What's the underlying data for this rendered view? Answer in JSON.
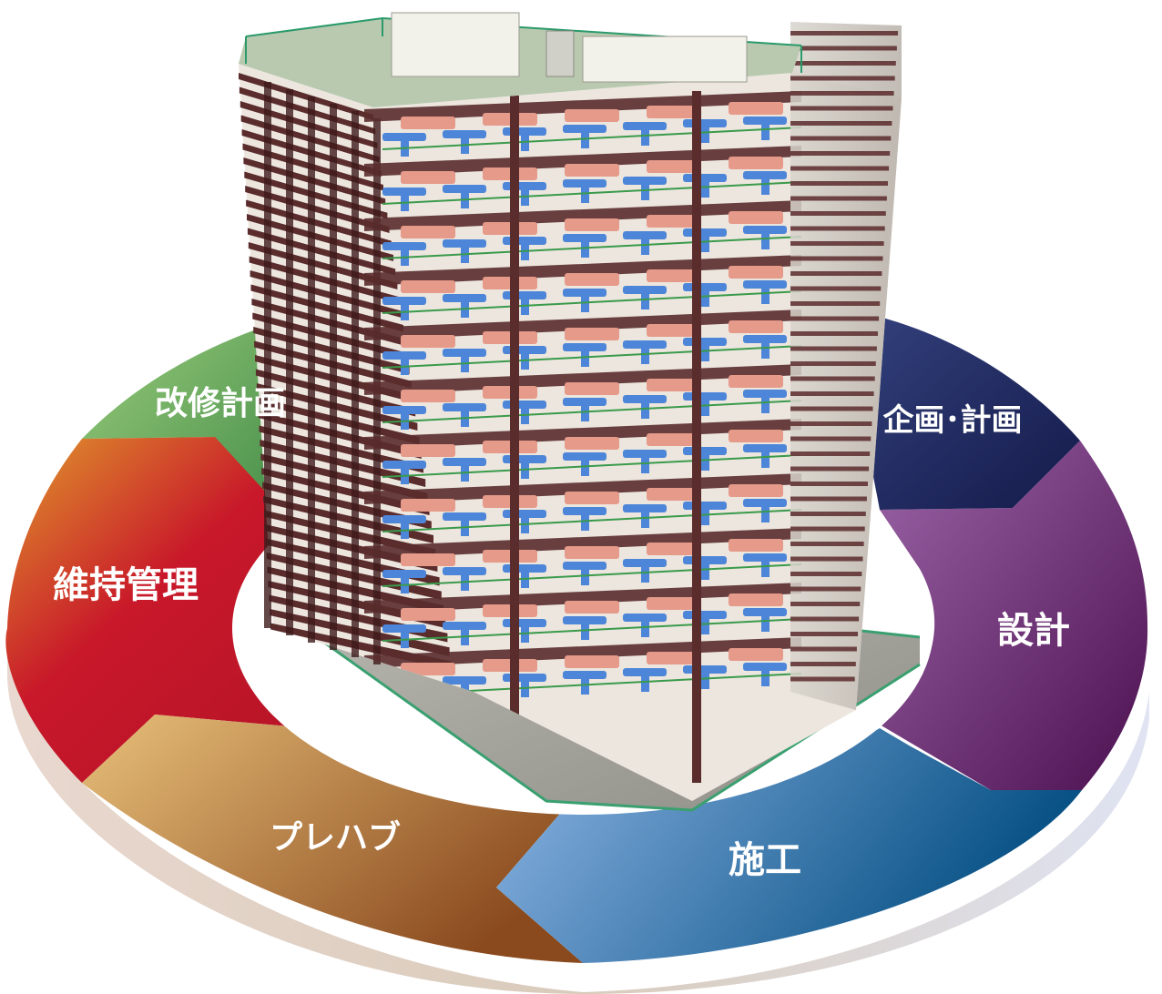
{
  "cycle": {
    "stages": [
      {
        "id": "plan",
        "label": "企画･計画",
        "color_light": "#34427e",
        "color_dark": "#141a4a"
      },
      {
        "id": "design",
        "label": "設計",
        "color_light": "#9a64a6",
        "color_dark": "#4c1050"
      },
      {
        "id": "construction",
        "label": "施工",
        "color_light": "#8fb6e6",
        "color_dark": "#065084"
      },
      {
        "id": "prefab",
        "label": "プレハブ",
        "color_light": "#e8c07a",
        "color_dark": "#8a4a1e"
      },
      {
        "id": "maintenance",
        "label": "維持管理",
        "color_light": "#e09a2c",
        "color_dark": "#c8182a"
      },
      {
        "id": "renovation",
        "label": "改修計画",
        "color_light": "#9ccd7c",
        "color_dark": "#2a7a3a"
      }
    ]
  },
  "building": {
    "description_icon": "building-3d-model",
    "colors": {
      "frame": "#5a2c2c",
      "duct_blue": "#4d86d8",
      "duct_pink": "#e59a8a",
      "pipe_green": "#3a9a4a",
      "roof": "#b9c9b0",
      "rail": "#2a9a6a"
    }
  }
}
